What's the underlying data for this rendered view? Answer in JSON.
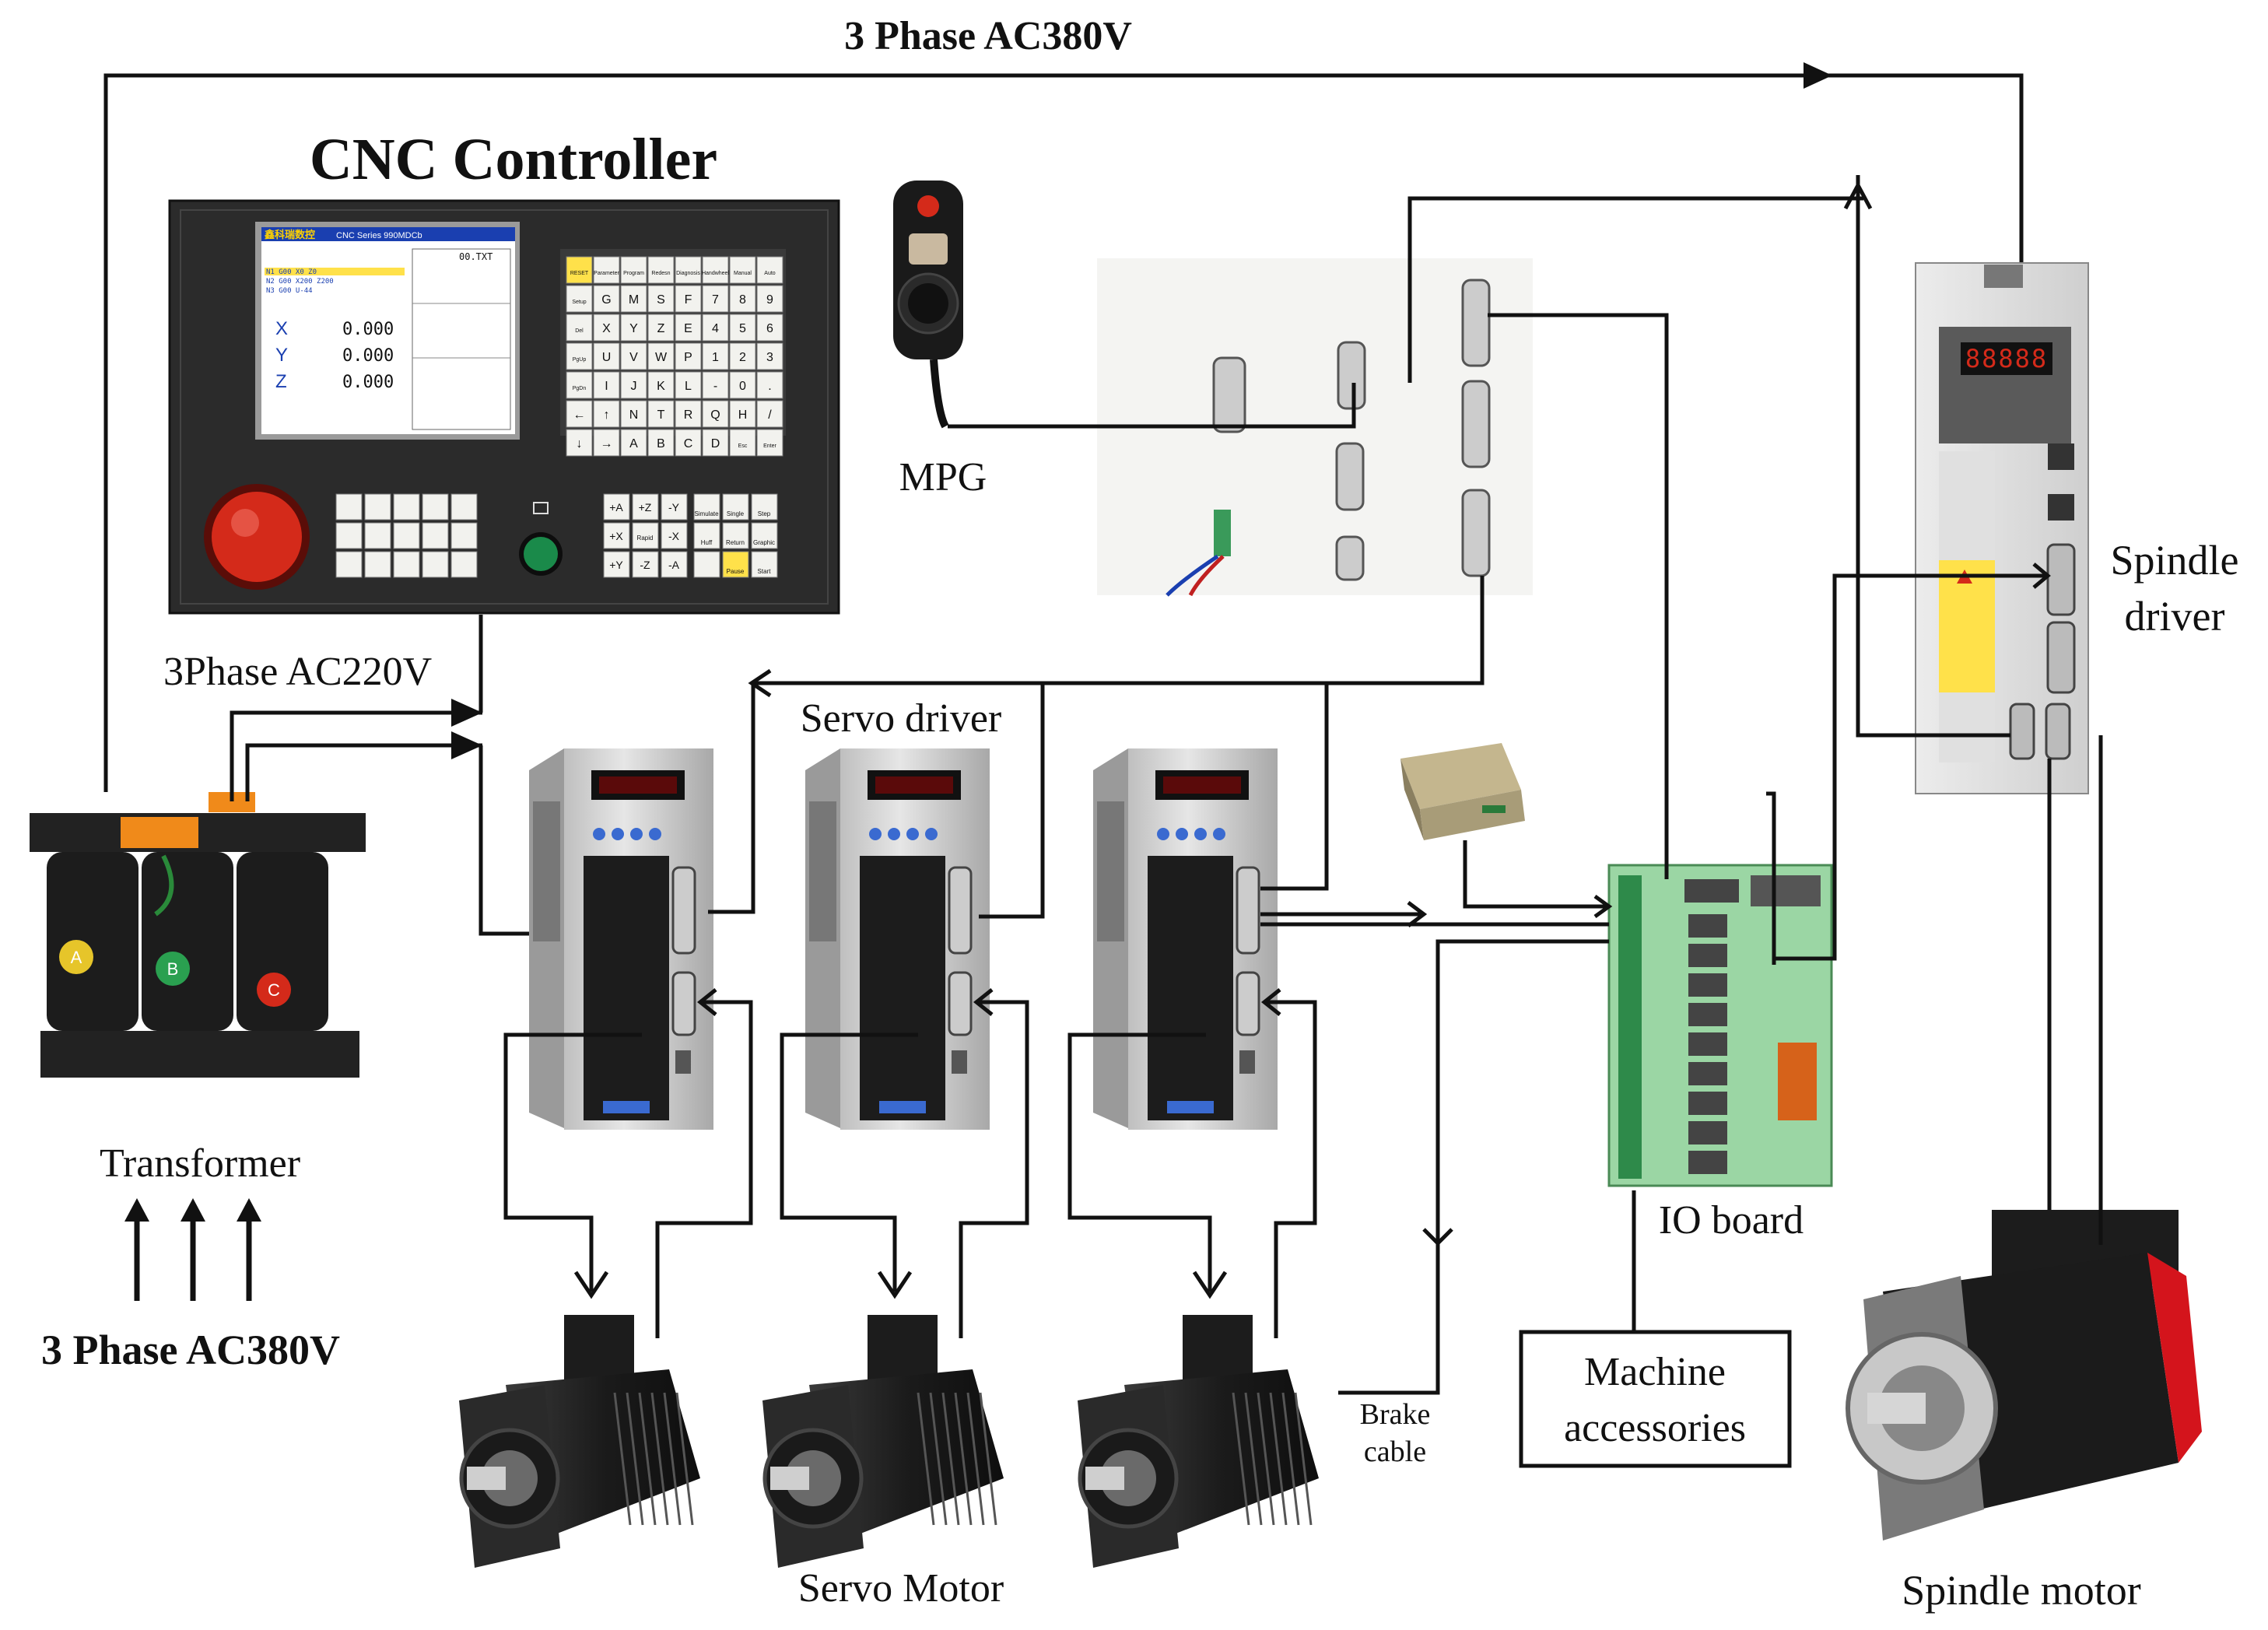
{
  "labels": {
    "power_top": "3 Phase AC380V",
    "cnc_title": "CNC Controller",
    "mpg": "MPG",
    "phase_220": "3Phase AC220V",
    "servo_driver": "Servo driver",
    "spindle_driver_line1": "Spindle",
    "spindle_driver_line2": "driver",
    "transformer": "Transformer",
    "power_bottom": "3 Phase AC380V",
    "io_board": "IO board",
    "machine_acc_line1": "Machine",
    "machine_acc_line2": "accessories",
    "brake_line1": "Brake",
    "brake_line2": "cable",
    "servo_motor": "Servo Motor",
    "spindle_motor": "Spindle motor"
  },
  "cnc_screen": {
    "header_brand": "鑫科瑞数控",
    "header_model": "CNC Series 990MDCb",
    "program": "00.TXT",
    "code_lines": [
      "N1 G00 X0 Z0",
      "N2 G00 X200 Z200",
      "N3 G00 U-44"
    ],
    "axes": [
      {
        "name": "X",
        "value": "0.000"
      },
      {
        "name": "Y",
        "value": "0.000"
      },
      {
        "name": "Z",
        "value": "0.000"
      }
    ]
  },
  "cnc_keys_right": [
    "RESET",
    "Parameter",
    "Program",
    "Redesn",
    "Diagnosis",
    "Handwheel",
    "Manual",
    "Auto",
    "Setup",
    "G",
    "M",
    "S",
    "F",
    "7",
    "8",
    "9",
    "Del",
    "X",
    "Y",
    "Z",
    "E",
    "4",
    "5",
    "6",
    "PgUp",
    "U",
    "V",
    "W",
    "P",
    "1",
    "2",
    "3",
    "PgDn",
    "I",
    "J",
    "K",
    "L",
    "-",
    "0",
    ".",
    "←",
    "↑",
    "N",
    "T",
    "R",
    "Q",
    "H",
    "/",
    "↓",
    "→",
    "A",
    "B",
    "C",
    "D",
    "Esc",
    "Enter"
  ],
  "cnc_keys_jog": [
    "+A",
    "+Z",
    "-Y",
    "+X",
    "Rapid",
    "-X",
    "+Y",
    "-Z",
    "-A"
  ],
  "cnc_keys_mode": [
    "Simulate",
    "Single",
    "Step",
    "Huff",
    "Return",
    "Graphic",
    "",
    "Pause",
    "Start"
  ],
  "spindle_display": "88888",
  "colors": {
    "line": "#111111",
    "panel": "#2b2b2b",
    "screen_bg": "#ffffff",
    "screen_header": "#1a3fb0",
    "estop_red": "#d42a1a",
    "start_green": "#1a8a4a",
    "pcb_green": "#9bd6a4",
    "motor_black": "#1c1c1c",
    "spindle_red": "#d4141c",
    "drive_grey": "#d9d9d4"
  }
}
